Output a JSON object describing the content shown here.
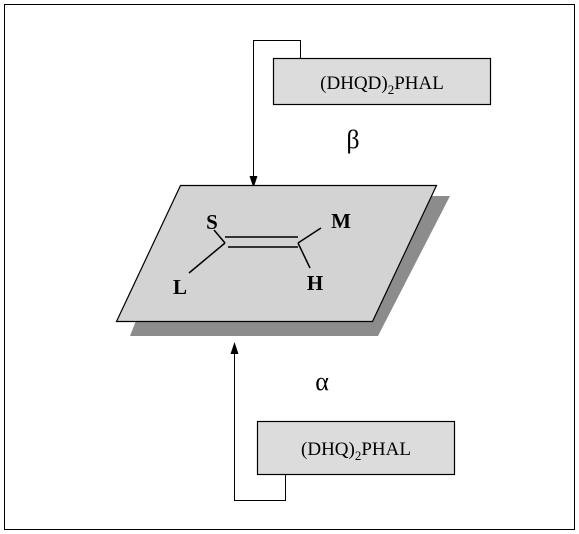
{
  "top_reagent": {
    "label_main": "(DHQD)",
    "label_sub": "2",
    "label_tail": "PHAL",
    "face": "β"
  },
  "bottom_reagent": {
    "label_main": "(DHQ)",
    "label_sub": "2",
    "label_tail": "PHAL",
    "face": "α"
  },
  "alkene": {
    "substituents": {
      "small": "S",
      "medium": "M",
      "large": "L",
      "hydrogen": "H"
    }
  },
  "colors": {
    "reagent_box_fill": "#dcdcdc",
    "plane_fill": "#d3d3d3",
    "plane_shadow": "#8c8c8c",
    "line": "#000000"
  }
}
